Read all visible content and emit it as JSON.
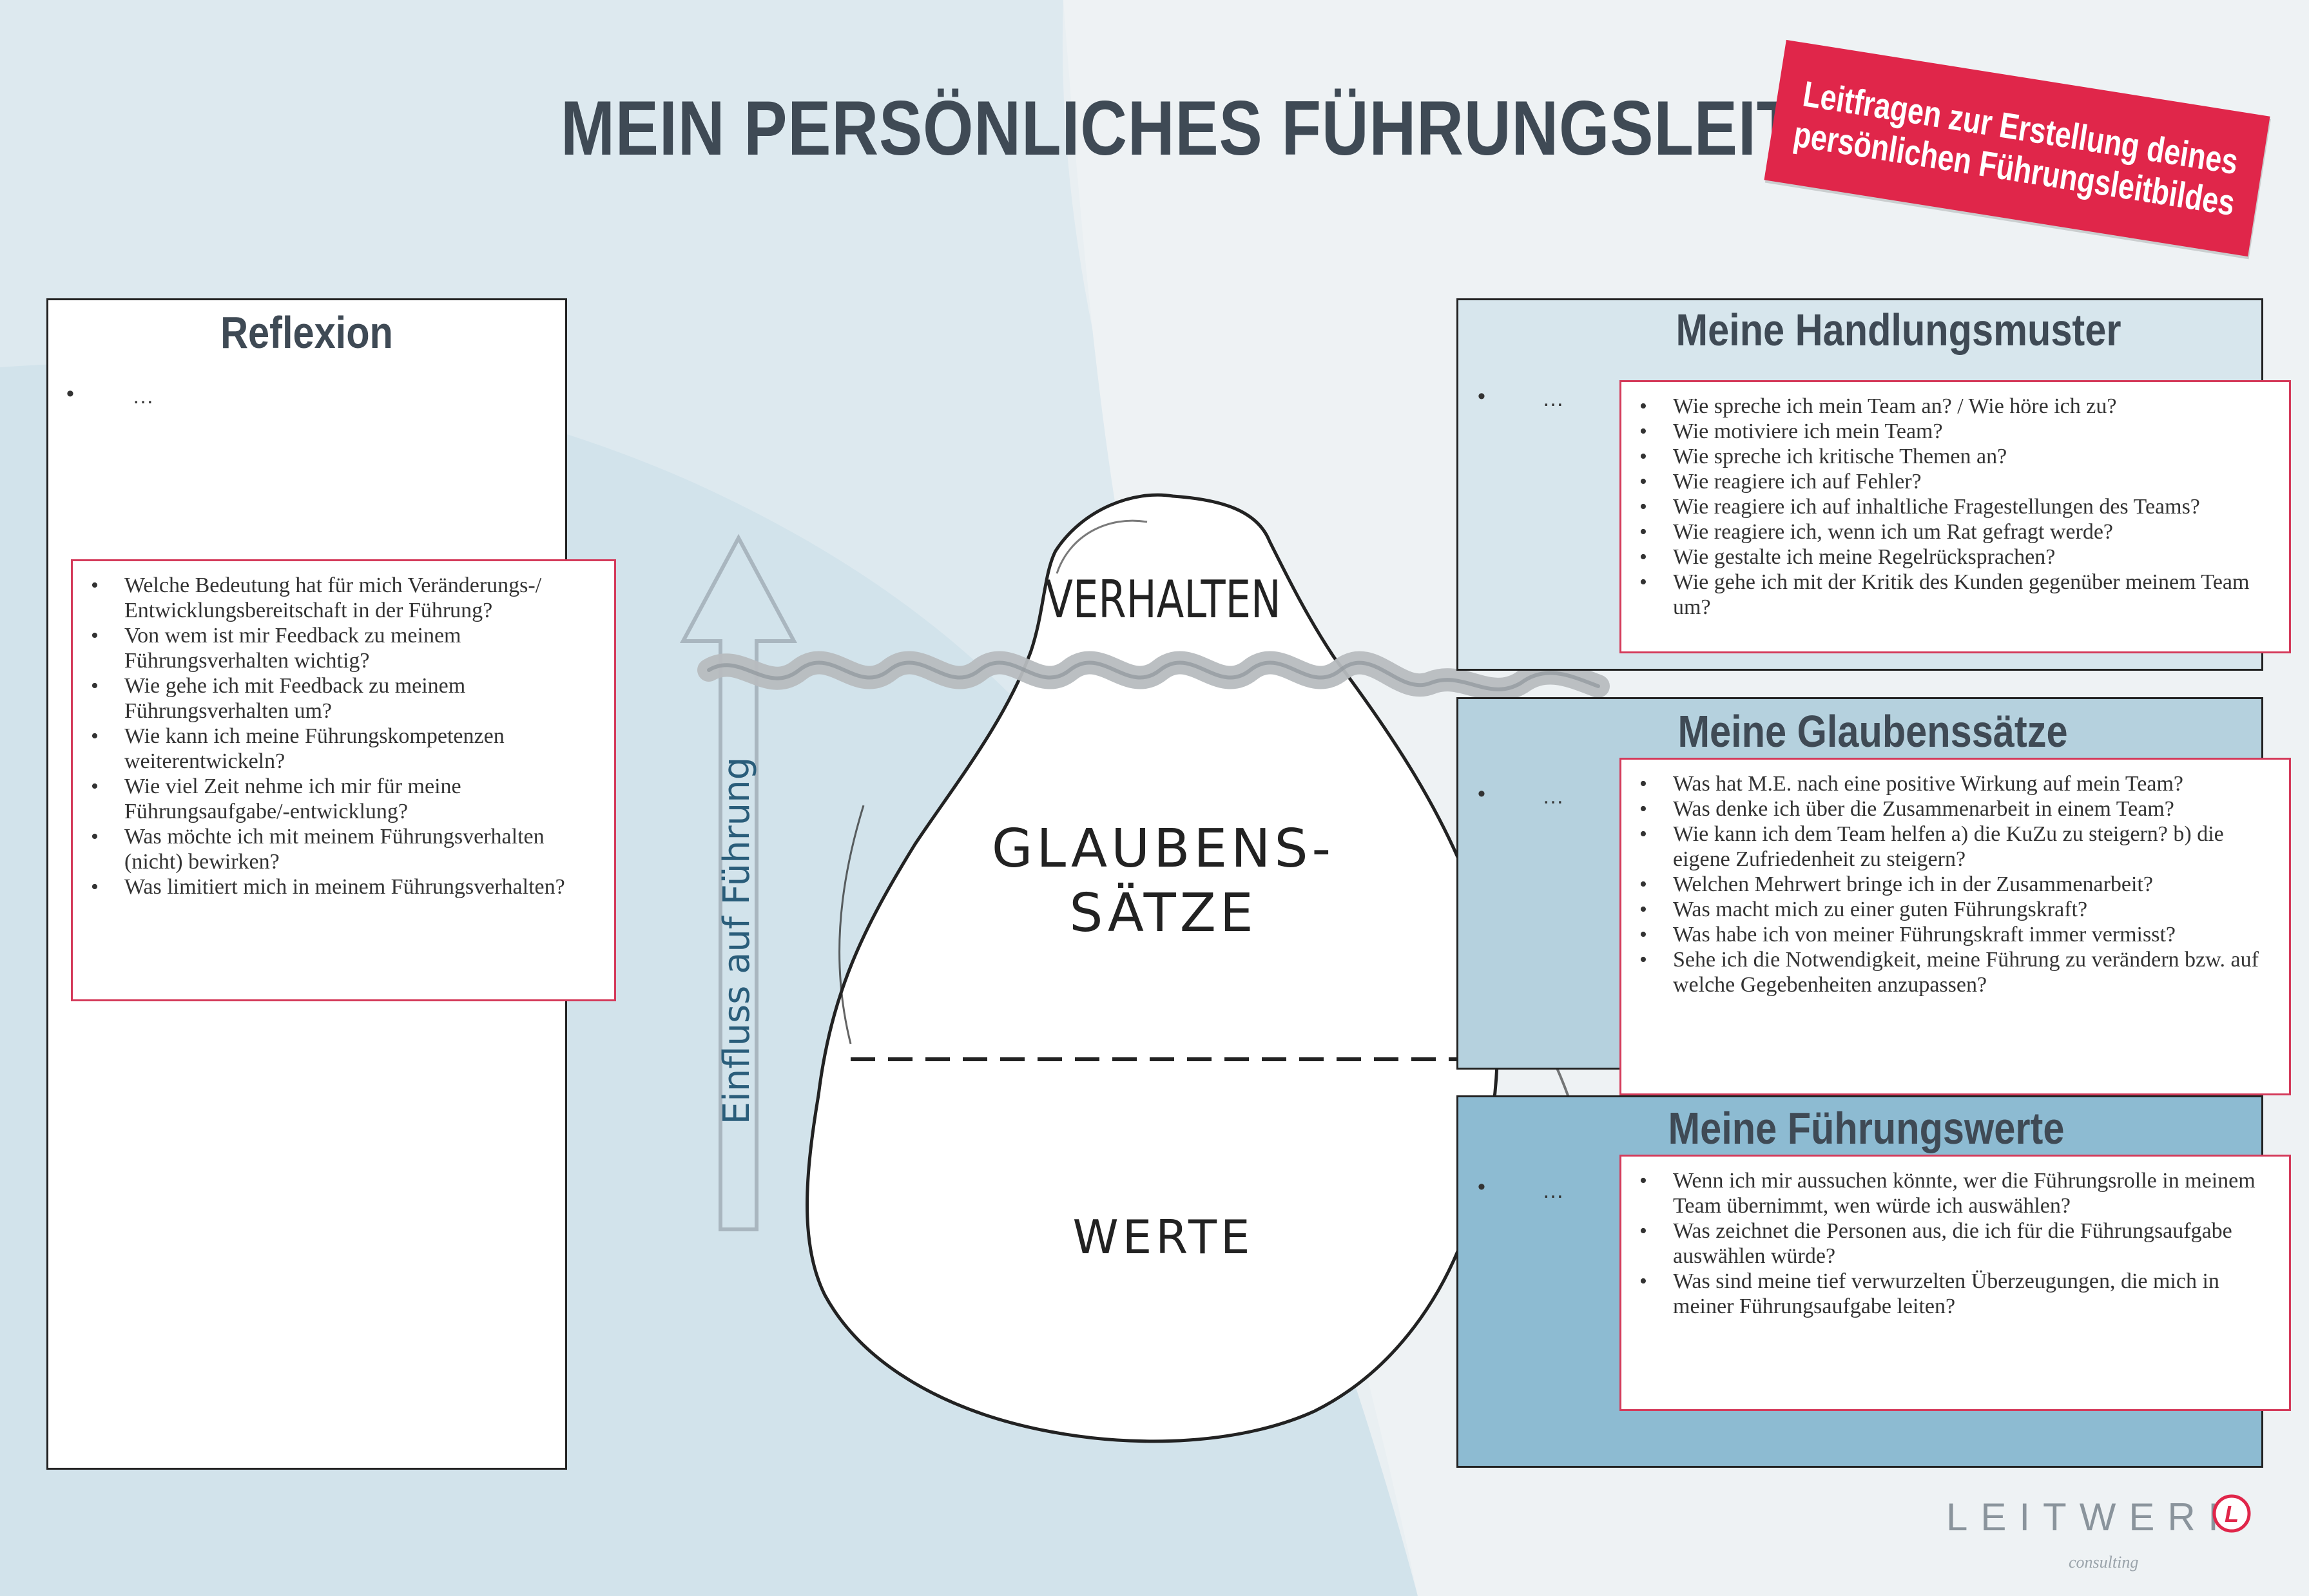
{
  "title": "MEIN PERSÖNLICHES FÜHRUNGSLEITBILD",
  "stamp": {
    "line1": "Leitfragen zur Erstellung deines",
    "line2": "persönlichen Führungsleitbildes",
    "color": "#e0264a"
  },
  "reflexion": {
    "title": "Reflexion",
    "placeholder": "…",
    "questions": [
      "Welche Bedeutung hat für mich Veränderungs-/ Entwicklungsbereitschaft in der Führung?",
      "Von wem ist mir Feedback zu meinem Führungsverhalten wichtig?",
      "Wie gehe ich mit Feedback zu meinem Führungsverhalten um?",
      "Wie kann ich meine Führungskompetenzen weiterentwickeln?",
      "Wie viel Zeit nehme ich mir für meine Führungsaufgabe/-entwicklung?",
      "Was möchte ich mit meinem Führungsverhalten (nicht) bewirken?",
      "Was limitiert mich in meinem Führungsverhalten?"
    ]
  },
  "handlungsmuster": {
    "title": "Meine Handlungsmuster",
    "placeholder": "…",
    "color": "#d7e6ed",
    "questions": [
      "Wie spreche ich mein Team an? / Wie höre ich zu?",
      "Wie motiviere ich mein Team?",
      "Wie spreche ich kritische Themen an?",
      "Wie reagiere ich auf Fehler?",
      "Wie reagiere ich auf inhaltliche Fragestellungen des Teams?",
      "Wie reagiere ich, wenn ich um Rat gefragt werde?",
      "Wie gestalte ich meine Regelrücksprachen?",
      "Wie gehe ich mit der Kritik des Kunden gegenüber meinem Team um?"
    ]
  },
  "glaubenssaetze": {
    "title": "Meine Glaubenssätze",
    "placeholder": "…",
    "color": "#b5d1de",
    "questions": [
      "Was hat M.E. nach eine positive Wirkung auf mein Team?",
      "Was denke ich über die Zusammenarbeit in einem Team?",
      "Wie kann ich dem Team helfen a) die KuZu zu steigern?  b) die eigene Zufriedenheit zu steigern?",
      "Welchen Mehrwert bringe ich in der Zusammenarbeit?",
      "Was macht mich zu einer guten Führungskraft?",
      "Was habe ich von meiner Führungskraft immer vermisst?",
      "Sehe ich die Notwendigkeit, meine Führung zu verändern bzw. auf welche Gegebenheiten anzupassen?"
    ]
  },
  "fuehrungswerte": {
    "title": "Meine Führungswerte",
    "placeholder": "…",
    "color": "#8dbbd2",
    "questions": [
      "Wenn ich mir aussuchen könnte, wer die Führungsrolle in meinem Team übernimmt, wen würde ich auswählen?",
      "Was zeichnet die Personen aus, die ich für die Führungsaufgabe auswählen würde?",
      "Was sind meine tief verwurzelten Überzeugungen, die mich in meiner Führungsaufgabe leiten?"
    ]
  },
  "iceberg": {
    "label_top": "VERHALTEN",
    "label_mid_1": "GLAUBENS-",
    "label_mid_2": "SÄTZE",
    "label_bottom": "WERTE"
  },
  "arrow_label": "Einfluss auf Führung",
  "logo": {
    "name": "LEITWERK",
    "sub": "consulting",
    "mark": "L"
  }
}
